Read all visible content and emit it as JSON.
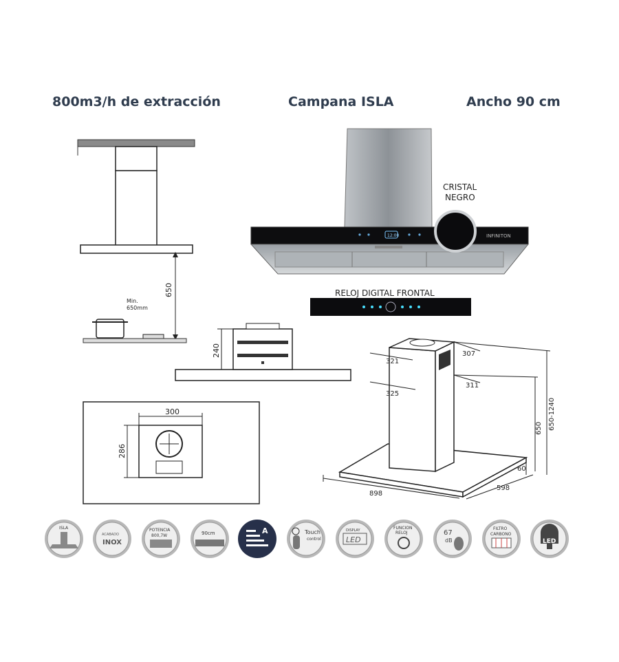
{
  "headings": {
    "extraction": "800m3/h de extracción",
    "type": "Campana ISLA",
    "width": "Ancho 90 cm"
  },
  "callouts": {
    "glass_line1": "CRISTAL",
    "glass_line2": "NEGRO",
    "clock": "RELOJ DIGITAL FRONTAL",
    "brand": "INFINITON",
    "clock_time": "12:00"
  },
  "install_side": {
    "min_line1": "Min.",
    "min_line2": "650mm",
    "height": "650"
  },
  "front_view": {
    "height": "240"
  },
  "top_view": {
    "width": "300",
    "depth": "286"
  },
  "dimensions": {
    "chimney_top_w": "321",
    "chimney_top_d": "307",
    "chimney_bottom_w": "325",
    "chimney_bottom_d": "311",
    "chimney_height": "650",
    "total_height": "650-1240",
    "canopy_height": "60",
    "width": "898",
    "depth": "598"
  },
  "badges": [
    {
      "icon": "island-hood-icon",
      "line1": "ISLA",
      "line2": ""
    },
    {
      "icon": "inox-finish-icon",
      "line1": "ACABADO",
      "line2": "INOX"
    },
    {
      "icon": "power-icon",
      "line1": "POTENCIA",
      "line2": "800,7W"
    },
    {
      "icon": "width-90cm-icon",
      "line1": "90cm",
      "line2": ""
    },
    {
      "icon": "energy-class-icon",
      "line1": "A",
      "line2": ""
    },
    {
      "icon": "touch-control-icon",
      "line1": "Touch",
      "line2": "control"
    },
    {
      "icon": "led-display-icon",
      "line1": "DISPLAY",
      "line2": "LED"
    },
    {
      "icon": "clock-function-icon",
      "line1": "FUNCION",
      "line2": "RELOJ"
    },
    {
      "icon": "noise-67db-icon",
      "line1": "67",
      "line2": "dB"
    },
    {
      "icon": "carbon-filter-icon",
      "line1": "FILTRO",
      "line2": "CARBONO"
    },
    {
      "icon": "led-light-icon",
      "line1": "LED",
      "line2": ""
    }
  ]
}
